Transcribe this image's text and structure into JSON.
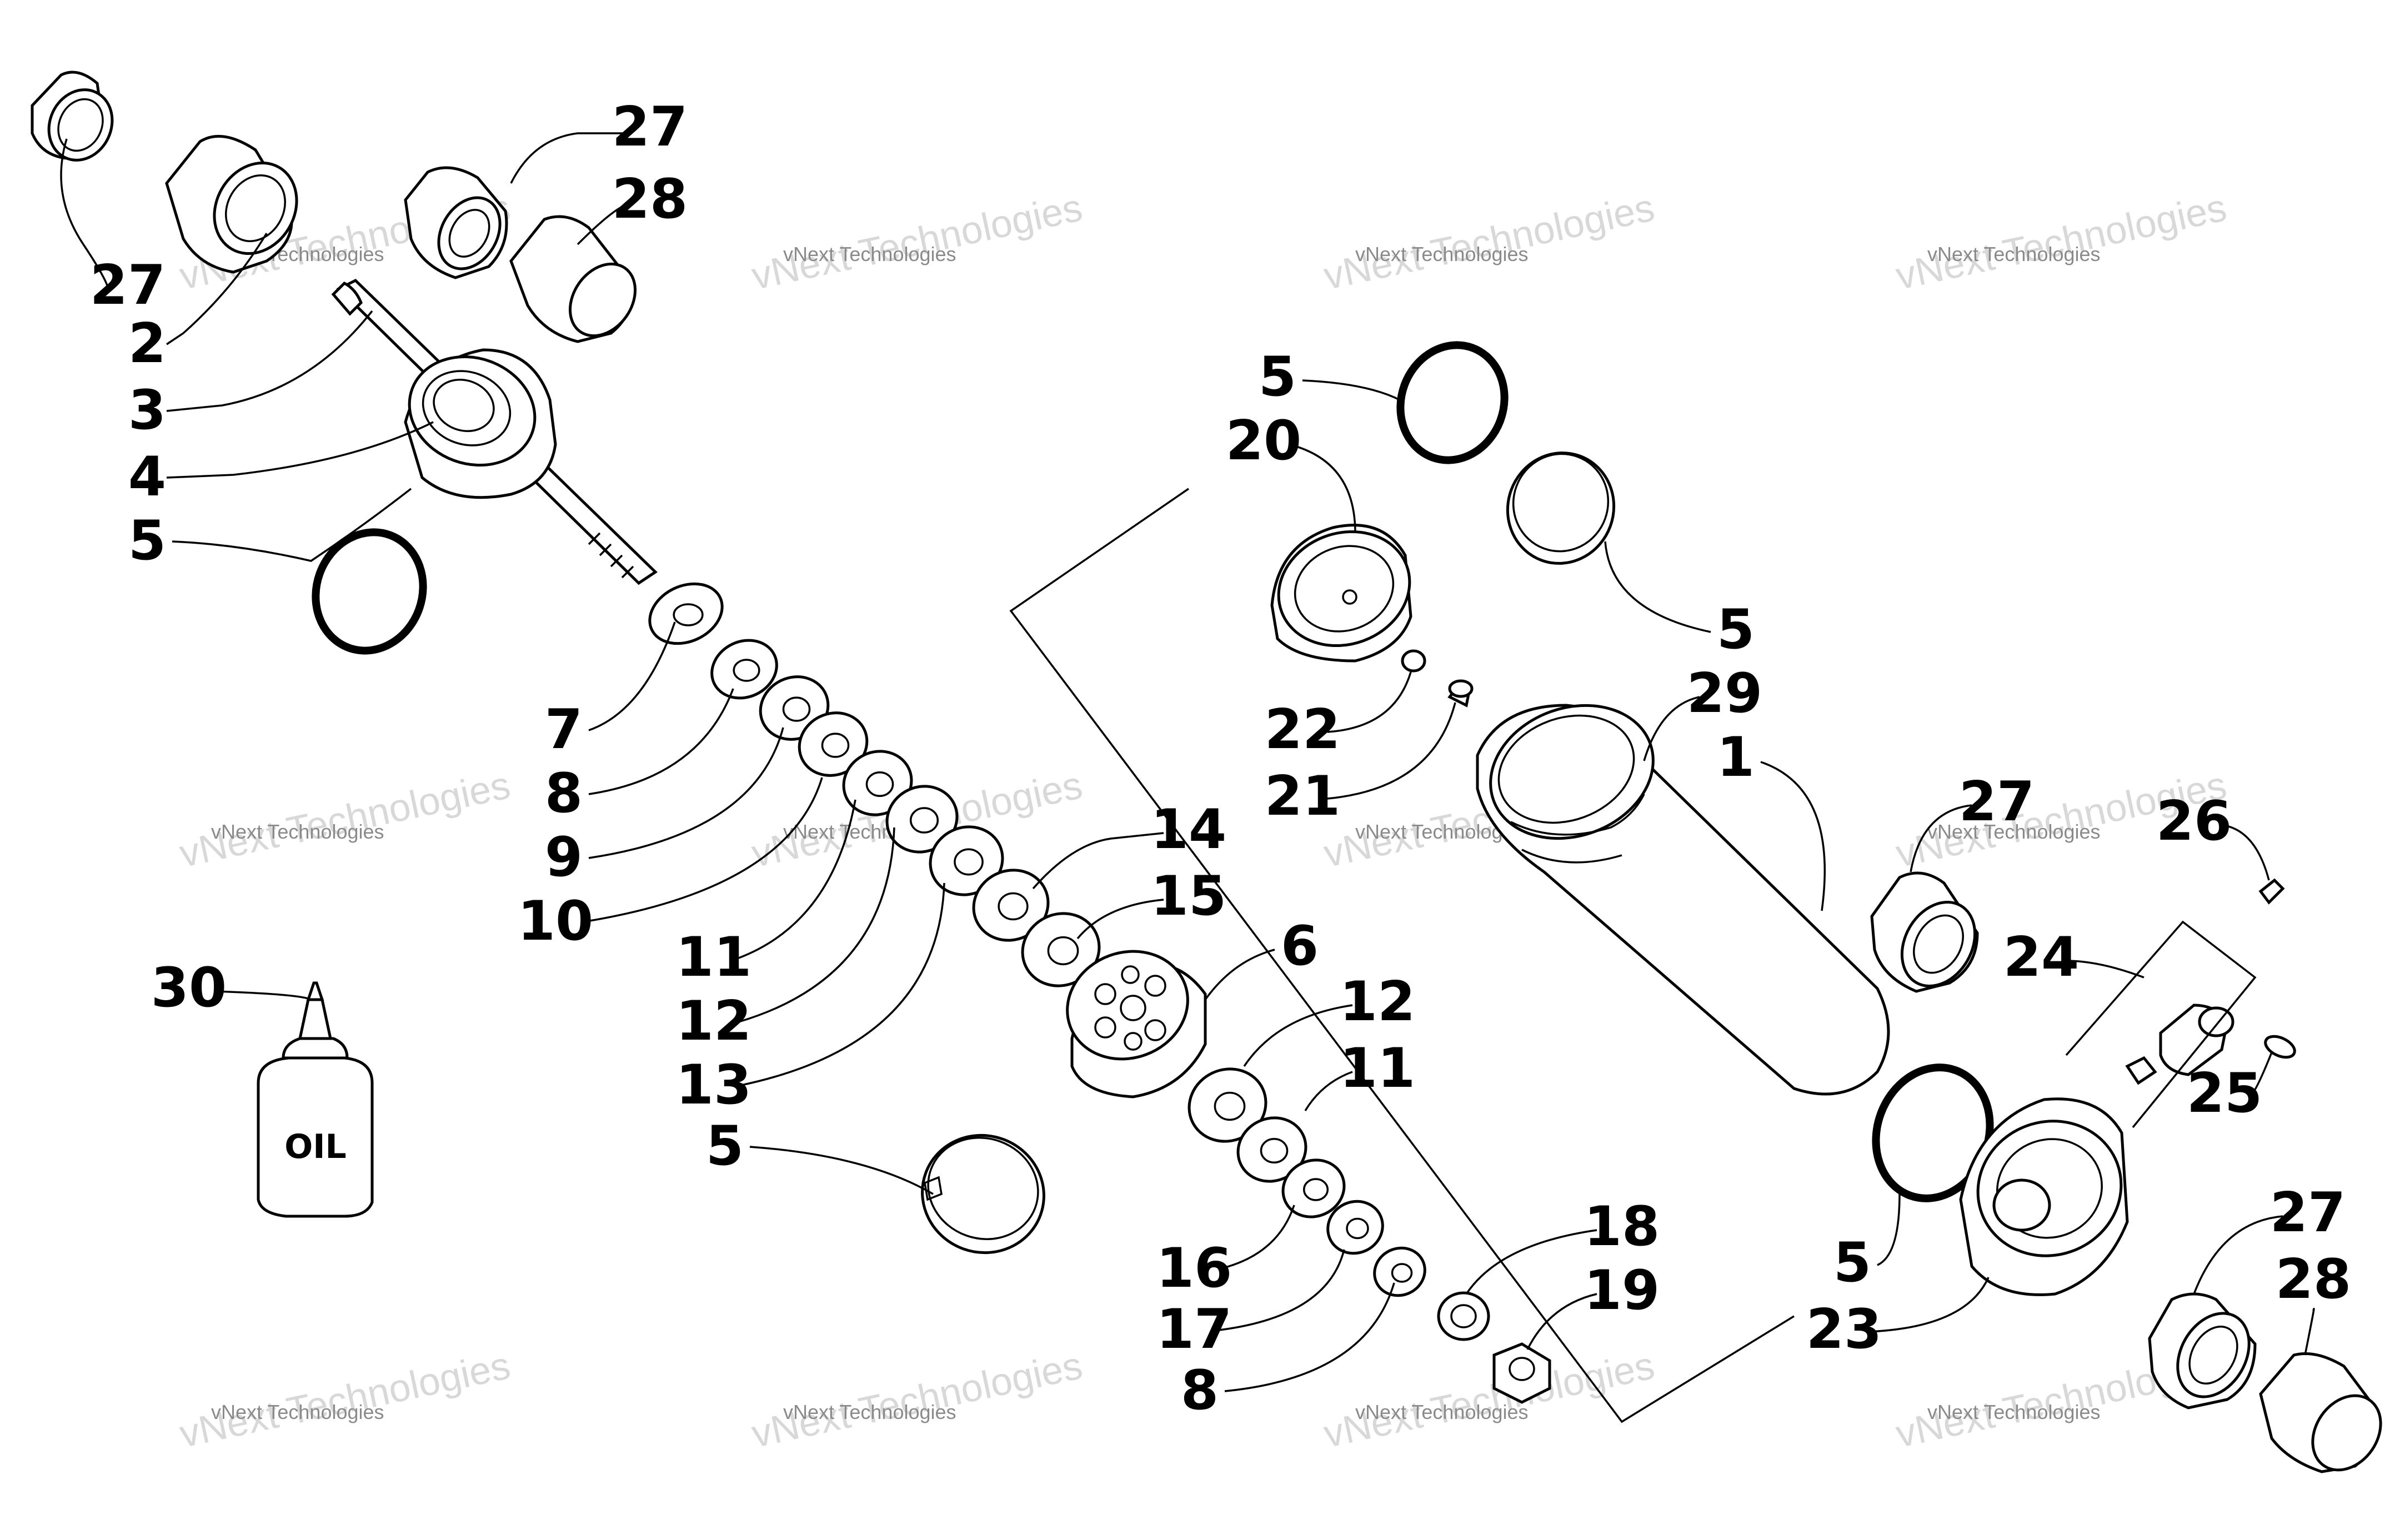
{
  "callouts": [
    {
      "id": "c27a",
      "text": "27"
    },
    {
      "id": "c28a",
      "text": "28"
    },
    {
      "id": "c27b",
      "text": "27"
    },
    {
      "id": "c2",
      "text": "2"
    },
    {
      "id": "c3",
      "text": "3"
    },
    {
      "id": "c4",
      "text": "4"
    },
    {
      "id": "c5a",
      "text": "5"
    },
    {
      "id": "c7",
      "text": "7"
    },
    {
      "id": "c8a",
      "text": "8"
    },
    {
      "id": "c9",
      "text": "9"
    },
    {
      "id": "c10",
      "text": "10"
    },
    {
      "id": "c11a",
      "text": "11"
    },
    {
      "id": "c12a",
      "text": "12"
    },
    {
      "id": "c13",
      "text": "13"
    },
    {
      "id": "c14",
      "text": "14"
    },
    {
      "id": "c15",
      "text": "15"
    },
    {
      "id": "c6",
      "text": "6"
    },
    {
      "id": "c12b",
      "text": "12"
    },
    {
      "id": "c11b",
      "text": "11"
    },
    {
      "id": "c5b",
      "text": "5"
    },
    {
      "id": "c16",
      "text": "16"
    },
    {
      "id": "c17",
      "text": "17"
    },
    {
      "id": "c8b",
      "text": "8"
    },
    {
      "id": "c18",
      "text": "18"
    },
    {
      "id": "c19",
      "text": "19"
    },
    {
      "id": "c5c",
      "text": "5"
    },
    {
      "id": "c20",
      "text": "20"
    },
    {
      "id": "c5d",
      "text": "5"
    },
    {
      "id": "c22",
      "text": "22"
    },
    {
      "id": "c21",
      "text": "21"
    },
    {
      "id": "c29",
      "text": "29"
    },
    {
      "id": "c1",
      "text": "1"
    },
    {
      "id": "c27c",
      "text": "27"
    },
    {
      "id": "c26",
      "text": "26"
    },
    {
      "id": "c24",
      "text": "24"
    },
    {
      "id": "c25",
      "text": "25"
    },
    {
      "id": "c5e",
      "text": "5"
    },
    {
      "id": "c23",
      "text": "23"
    },
    {
      "id": "c27d",
      "text": "27"
    },
    {
      "id": "c28b",
      "text": "28"
    },
    {
      "id": "c30",
      "text": "30"
    }
  ],
  "bottle_label": "OIL",
  "watermark": {
    "line1": "vNext Technologies",
    "line2": "vNext Technologies"
  }
}
